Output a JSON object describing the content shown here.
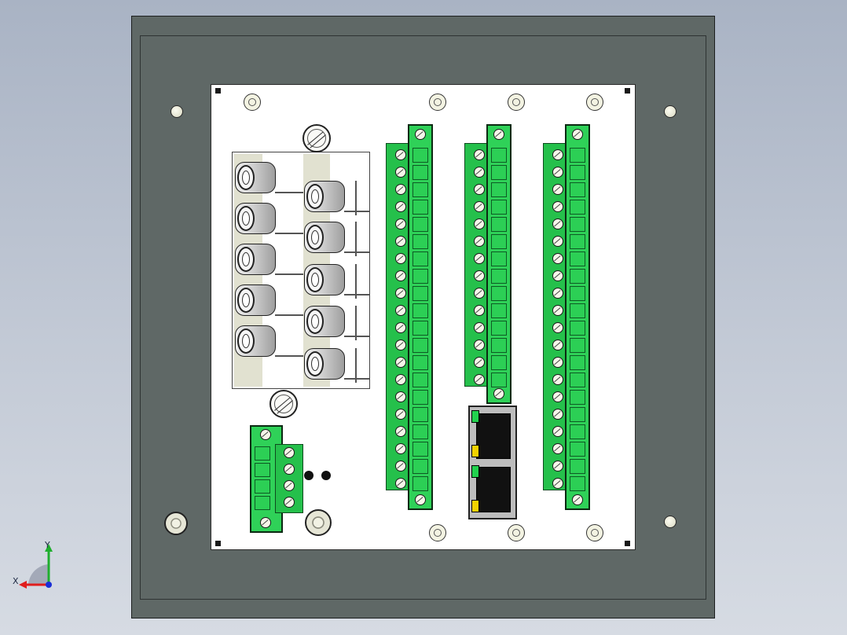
{
  "view": {
    "background_top": "#a9b3c4",
    "background_bottom": "#d6dbe3",
    "frame_color": "#5f6866",
    "panel_color": "#ffffff",
    "terminal_color": "#25c04b",
    "led_green": "#22d14e",
    "led_amber": "#f2d200"
  },
  "triad": {
    "x_label": "X",
    "y_label": "Y",
    "x_color": "#e01e1e",
    "y_color": "#1fae2e",
    "z_color": "#1a2ed6"
  },
  "icons": [
    "mount-hole",
    "torx-screw",
    "slotted-screw",
    "hex-nut",
    "terminal-screw",
    "rj45-port",
    "led-indicator"
  ]
}
